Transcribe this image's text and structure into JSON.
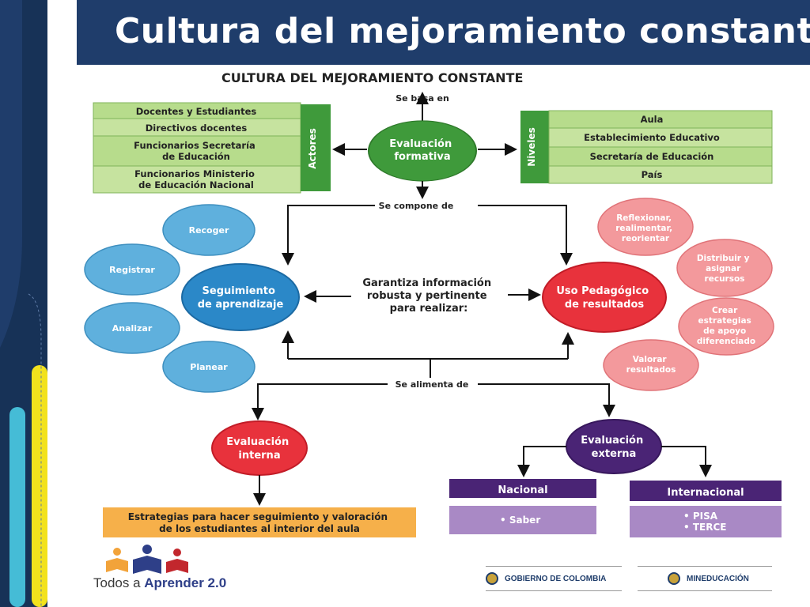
{
  "slide": {
    "title": "Cultura del mejoramiento constante"
  },
  "diagram": {
    "heading": "CULTURA DEL MEJORAMIENTO CONSTANTE",
    "labels": {
      "se_basa_en": "Se basa en",
      "se_compone_de": "Se compone de",
      "se_alimenta_de": "Se alimenta de"
    },
    "center_node": [
      "Evaluación",
      "formativa"
    ],
    "actores": {
      "tag": "Actores",
      "items": [
        [
          "Docentes y Estudiantes"
        ],
        [
          "Directivos docentes"
        ],
        [
          "Funcionarios Secretaría",
          "de Educación"
        ],
        [
          "Funcionarios Ministerio",
          "de Educación Nacional"
        ]
      ]
    },
    "niveles": {
      "tag": "Niveles",
      "items": [
        "Aula",
        "Establecimiento Educativo",
        "Secretaría de Educación",
        "País"
      ]
    },
    "seguimiento": {
      "label": [
        "Seguimiento",
        "de aprendizaje"
      ],
      "satellites": [
        "Recoger",
        "Registrar",
        "Analizar",
        "Planear"
      ]
    },
    "center_text": [
      "Garantiza información",
      "robusta y pertinente",
      "para realizar:"
    ],
    "uso": {
      "label": [
        "Uso Pedagógico",
        "de resultados"
      ],
      "satellites": [
        [
          "Reflexionar,",
          "realimentar,",
          "reorientar"
        ],
        [
          "Distribuir y",
          "asignar",
          "recursos"
        ],
        [
          "Crear",
          "estrategias",
          "de apoyo",
          "diferenciado"
        ],
        [
          "Valorar",
          "resultados"
        ]
      ]
    },
    "interna": {
      "label": [
        "Evaluación",
        "interna"
      ],
      "strategy": [
        "Estrategias para hacer seguimiento y valoración",
        "de los estudiantes al interior del aula"
      ]
    },
    "externa": {
      "label": [
        "Evaluación",
        "externa"
      ],
      "nacional": {
        "title": "Nacional",
        "items": [
          "• Saber"
        ]
      },
      "internacional": {
        "title": "Internacional",
        "items": [
          "• PISA",
          "• TERCE"
        ]
      }
    }
  },
  "footer": {
    "logo_text_prefix": "Todos a ",
    "logo_text_strong": "Aprender 2.0",
    "gov_label": "GOBIERNO DE COLOMBIA",
    "min_label": "MINEDUCACIÓN"
  },
  "colors": {
    "navy": "#1f3d6b",
    "green_dark": "#3f9a3b",
    "green_light": "#b7dc8c",
    "blue_circle": "#2b88c8",
    "blue_light": "#5fb0dd",
    "red_circle": "#e8323c",
    "red_light": "#f3999c",
    "purple": "#4a2475",
    "purple_light": "#a989c5",
    "orange": "#f6b04a",
    "cyan": "#45bcd6",
    "yellow": "#f2e21d"
  }
}
